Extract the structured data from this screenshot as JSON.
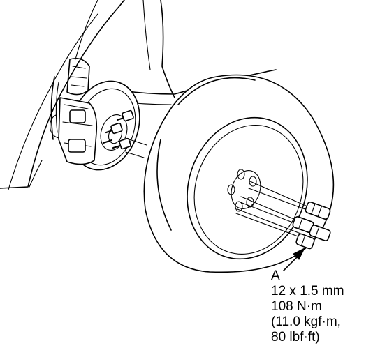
{
  "callout": {
    "label": "A",
    "size": "12 x 1.5 mm",
    "torque_nm": "108 N·m",
    "torque_kgf": "(11.0 kgf·m,",
    "torque_lbf": "80 lbf·ft)"
  }
}
